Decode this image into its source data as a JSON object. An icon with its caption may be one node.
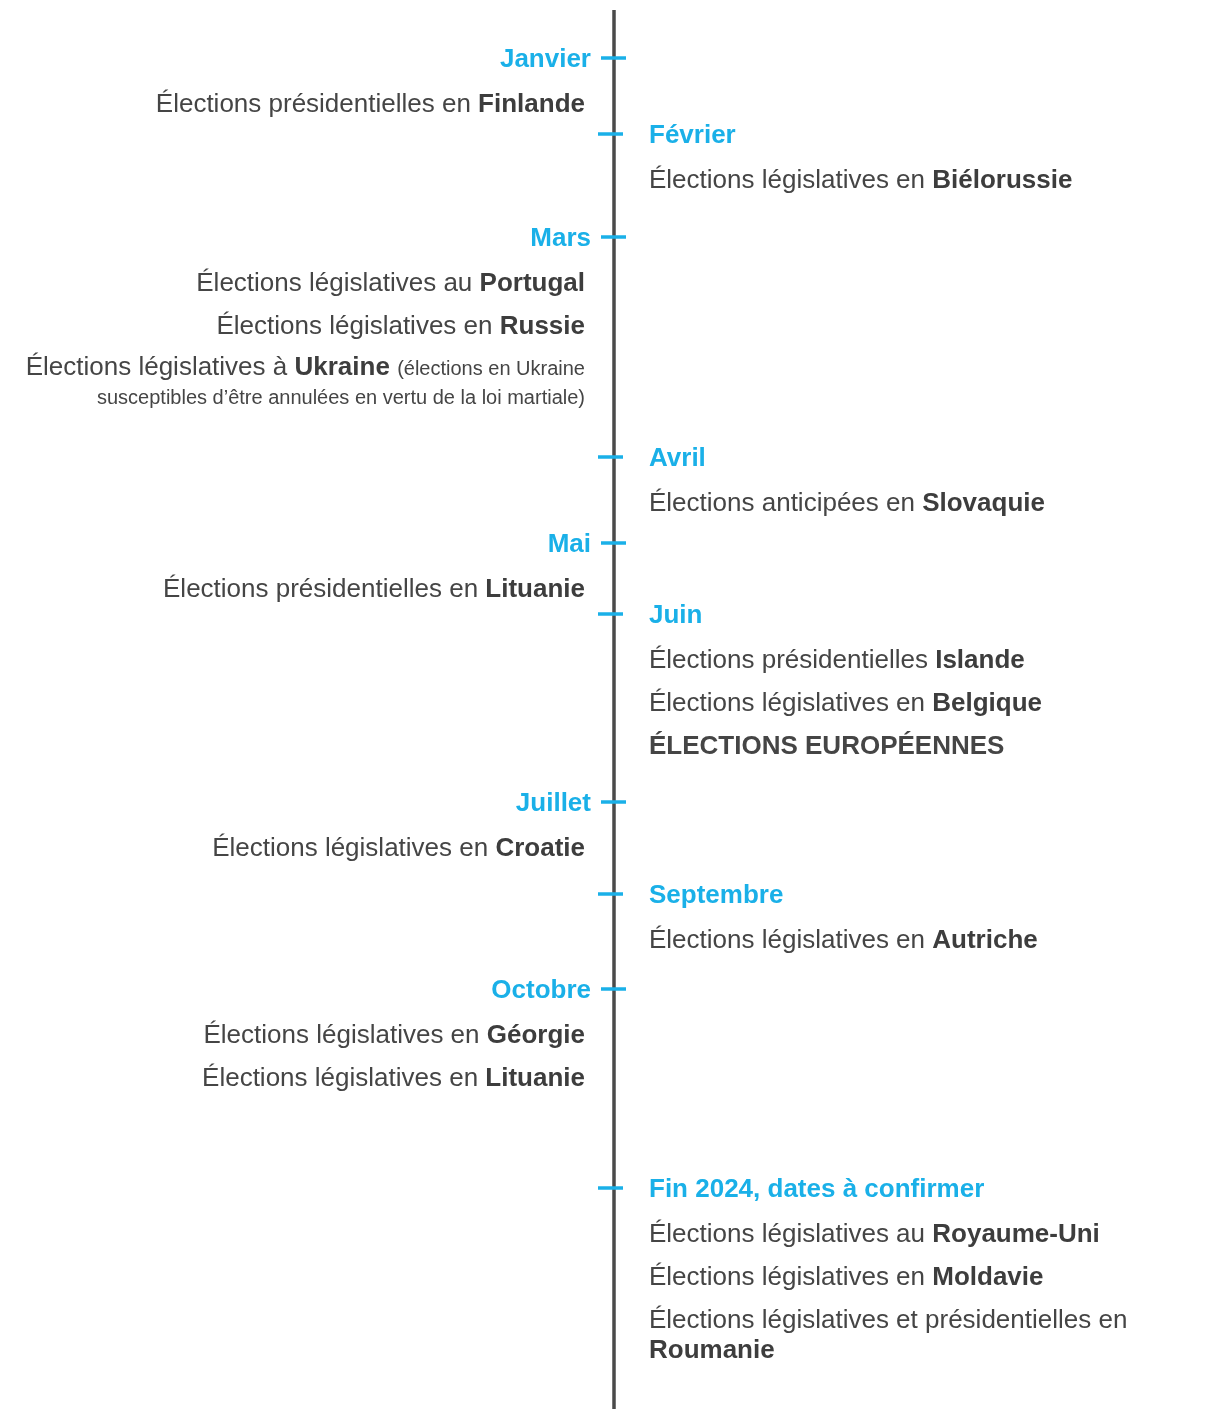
{
  "diagram": {
    "nodes": [
      {
        "text": [
          "Janvier",
          "Élections présidentielles en **Finlande**"
        ]
      },
      {
        "text": [
          "Février",
          "Élections législatives en **Biélorussie**"
        ]
      },
      {
        "text": [
          "Mars",
          "Élections législatives au **Portugal**",
          "Élections législatives en **Russie**",
          "Élections législatives à **Ukraine**",
          "(élections en Ukraine susceptibles d’être annulées en vertu de la loi martiale)"
        ]
      },
      {
        "text": [
          "Avril",
          "Élections anticipées en **Slovaquie**"
        ]
      },
      {
        "text": [
          "Mai",
          "Élections présidentielles en **Lituanie**"
        ]
      },
      {
        "text": [
          "Juin",
          "Élections présidentielles **Islande**",
          "Élections législatives en **Belgique**",
          "ÉLECTIONS EUROPÉENNES"
        ]
      },
      {
        "text": [
          "Juillet",
          "Élections législatives en **Croatie**"
        ]
      },
      {
        "text": [
          "Septembre",
          "Élections législatives en **Autriche**"
        ]
      },
      {
        "text": [
          "Octobre",
          "Élections législatives en **Géorgie**",
          "Élections législatives en **Lituanie**"
        ]
      },
      {
        "text": [
          "Fin 2024, dates à confirmer",
          "Élections législatives au **Royaume-Uni**",
          "Élections législatives en **Moldavie**",
          "Élections législatives et présidentielles en **Roumanie**"
        ]
      }
    ]
  }
}
